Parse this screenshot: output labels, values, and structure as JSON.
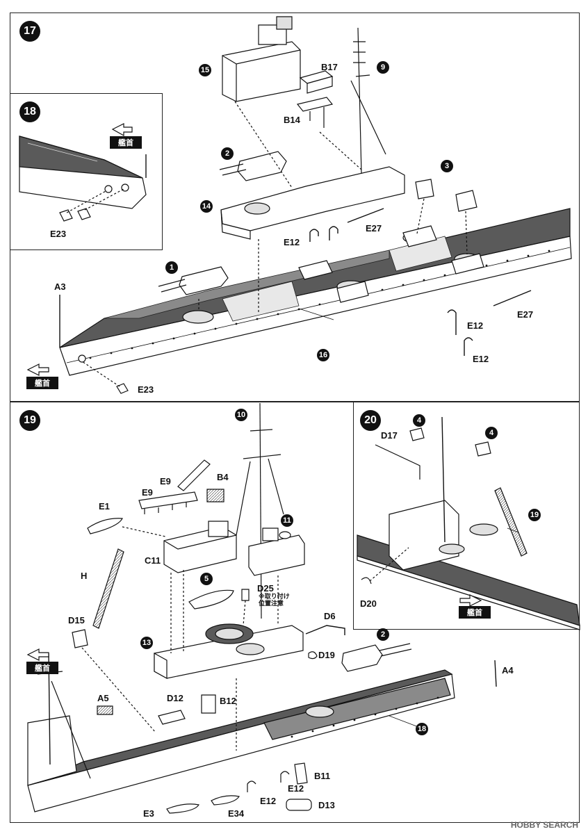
{
  "steps": {
    "s17": "17",
    "s18": "18",
    "s19": "19",
    "s20": "20"
  },
  "bow_label": "艦首",
  "subassemblies": {
    "n1": "1",
    "n2": "2",
    "n3": "3",
    "n4a": "4",
    "n4b": "4",
    "n5": "5",
    "n9": "9",
    "n10": "10",
    "n11": "11",
    "n13": "13",
    "n14": "14",
    "n15": "15",
    "n16": "16",
    "n18": "18",
    "n19": "19",
    "n2b": "2"
  },
  "parts17": {
    "a3": "A3",
    "b17": "B17",
    "b14": "B14",
    "e27a": "E27",
    "e27b": "E27",
    "e12a": "E12",
    "e12b": "E12",
    "e12c": "E12",
    "e23": "E23"
  },
  "parts18": {
    "e23": "E23"
  },
  "parts19": {
    "e9a": "E9",
    "b4": "B4",
    "e9b": "E9",
    "e1": "E1",
    "c11": "C11",
    "h": "H",
    "d25": "D25",
    "d6": "D6",
    "d15": "D15",
    "d19": "D19",
    "a4": "A4",
    "a5": "A5",
    "d12": "D12",
    "b12": "B12",
    "b11": "B11",
    "e12a": "E12",
    "e12b": "E12",
    "d13": "D13",
    "e3": "E3",
    "e34": "E34"
  },
  "parts20": {
    "d17": "D17",
    "d20": "D20"
  },
  "note19": {
    "line1": "※取り付け",
    "line2": "位置注意"
  },
  "watermark": "HOBBY SEARCH",
  "colors": {
    "ink": "#111111",
    "deck": "#5a5a5a",
    "hull": "#ffffff",
    "paper": "#ffffff"
  }
}
